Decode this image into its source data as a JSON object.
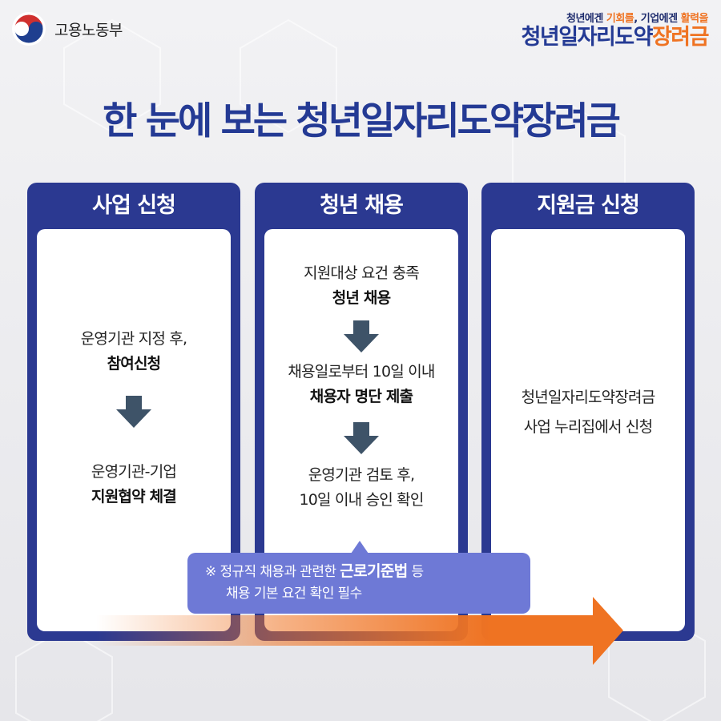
{
  "header": {
    "ministry": "고용노동부",
    "tagline_parts": [
      "청년에겐 ",
      "기회를",
      ", 기업에겐 ",
      "활력을"
    ],
    "logo_parts": [
      "청년일자리도약",
      "장려금"
    ]
  },
  "title": "한 눈에 보는 청년일자리도약장려금",
  "columns": [
    {
      "title": "사업 신청",
      "steps": [
        {
          "line1": "운영기관 지정 후,",
          "line2": "참여신청"
        },
        {
          "line1": "운영기관-기업",
          "line2": "지원협약 체결"
        }
      ]
    },
    {
      "title": "청년 채용",
      "steps": [
        {
          "line1": "지원대상 요건 충족",
          "line2": "청년 채용"
        },
        {
          "line1": "채용일로부터 10일 이내",
          "line2": "채용자 명단 제출"
        },
        {
          "line1": "운영기관 검토 후,",
          "line2": "10일 이내 승인 확인"
        }
      ]
    },
    {
      "title": "지원금 신청",
      "steps": [
        {
          "line1": "청년일자리도약장려금",
          "line2": "사업 누리집에서 신청"
        }
      ]
    }
  ],
  "note": {
    "prefix": "※ 정규직 채용과 관련한 ",
    "emphasis": "근로기준법",
    "suffix": " 등",
    "line2": "채용 기본 요건 확인 필수"
  },
  "colors": {
    "navy": "#2b3991",
    "title_blue": "#243a94",
    "orange": "#ef7322",
    "note_bg": "#6e79d6",
    "arrow_slate": "#3e5368"
  },
  "icons": {
    "step_arrow": "down-arrow-icon",
    "flow_arrow": "right-arrow-icon",
    "emblem": "taegeuk-emblem-icon"
  }
}
